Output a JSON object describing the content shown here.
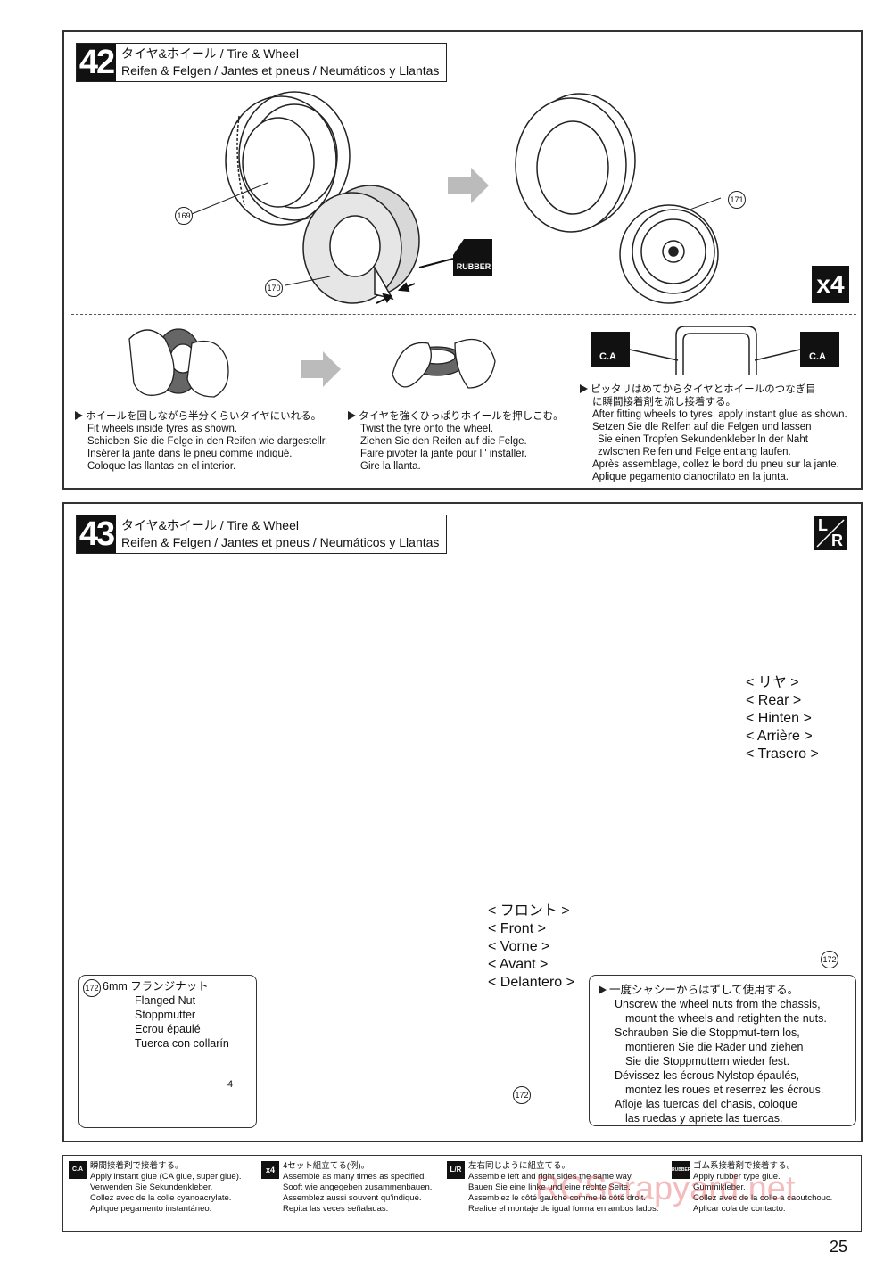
{
  "step42": {
    "number": "42",
    "title_jp": "タイヤ&ホイール",
    "title_en": " / Tire & Wheel",
    "title_sub": "Reifen & Felgen / Jantes et pneus / Neumáticos y Llantas",
    "parts": {
      "tire": "169",
      "foam": "170",
      "wheel": "171"
    },
    "glue_label": "RUBBER",
    "multiplier": "x4",
    "instr1": [
      "ホイールを回しながら半分くらいタイヤにいれる。",
      "Fit wheels inside tyres as shown.",
      "Schieben Sie die Felge in den Reifen wie dargestellr.",
      "Insérer la jante dans le pneu comme indiqué.",
      "Coloque las llantas en el interior."
    ],
    "instr2": [
      "タイヤを強くひっぱりホイールを押しこむ。",
      "Twist the tyre onto the wheel.",
      "Ziehen Sie den Reifen auf die Felge.",
      "Faire pivoter la jante pour l ' installer.",
      "Gire la llanta."
    ],
    "instr3": [
      "ピッタリはめてからタイヤとホイールのつなぎ目",
      "に瞬間接着剤を流し接着する。",
      "After fitting wheels to tyres, apply instant glue as shown.",
      "Setzen Sie dle Relfen auf die Felgen und lassen",
      "Sie einen Tropfen Sekundenkleber ln der Naht",
      "zwlschen Reifen und Felge entlang laufen.",
      "Après assemblage, collez le bord du pneu sur la jante.",
      "Aplique pegamento cianocrilato en la junta."
    ],
    "ca_label": "C.A"
  },
  "step43": {
    "number": "43",
    "title_jp": "タイヤ&ホイール",
    "title_en": " / Tire & Wheel",
    "title_sub": "Reifen & Felgen / Jantes et pneus / Neumáticos y Llantas",
    "lr_l": "L",
    "lr_r": "R",
    "rear_labels": [
      "< リヤ >",
      "< Rear >",
      "< Hinten >",
      "< Arrière >",
      "< Trasero >"
    ],
    "front_labels": [
      "< フロント >",
      "< Front >",
      "< Vorne >",
      "< Avant >",
      "< Delantero >"
    ],
    "nut_part": "172",
    "nut_names": [
      "6mm  フランジナット",
      "Flanged Nut",
      "Stoppmutter",
      "Ecrou épaulé",
      "Tuerca con collarín"
    ],
    "nut_dim": "4",
    "note": [
      "一度シャシーからはずして使用する。",
      "Unscrew the wheel nuts from the chassis,",
      "mount the wheels and retighten the nuts.",
      "Schrauben Sie die Stoppmut-tern los,",
      "montieren Sie die Räder und ziehen",
      "Sie die Stoppmuttern wieder fest.",
      "Dévissez les écrous Nylstop épaulés,",
      "montez les roues et reserrez les écrous.",
      "Afloje las tuercas del chasis, coloque",
      "las ruedas y apriete las tuercas."
    ]
  },
  "footer": [
    {
      "icon": "C.A",
      "lines": [
        "瞬間接着剤で接着する。",
        "Apply instant glue (CA glue, super glue).",
        "Verwenden Sie Sekundenkleber.",
        "Collez avec de la colle cyanoacrylate.",
        "Aplique pegamento instantáneo."
      ]
    },
    {
      "icon": "x4",
      "lines": [
        "4セット組立てる(例)。",
        "Assemble as many times as specified.",
        "Sooft wie angegeben zusammenbauen.",
        "Assemblez aussi souvent qu'indiqué.",
        "Repita las veces señaladas."
      ]
    },
    {
      "icon": "L/R",
      "lines": [
        "左右同じように組立てる。",
        "Assemble left and right sides the same way.",
        "Bauen Sie eine linke und eine rechte Seite.",
        "Assemblez le côté gauche comme le côté droit.",
        "Realice el montaje de igual forma en ambos lados."
      ]
    },
    {
      "icon": "RUBBER",
      "lines": [
        "ゴム系接着剤で接着する。",
        "Apply rubber type glue.",
        "Gummikleber.",
        "Collez avec de la colle a caoutchouc.",
        "Aplicar cola de contacto."
      ]
    }
  ],
  "watermark": "RCScrapyard.net",
  "page_number": "25"
}
